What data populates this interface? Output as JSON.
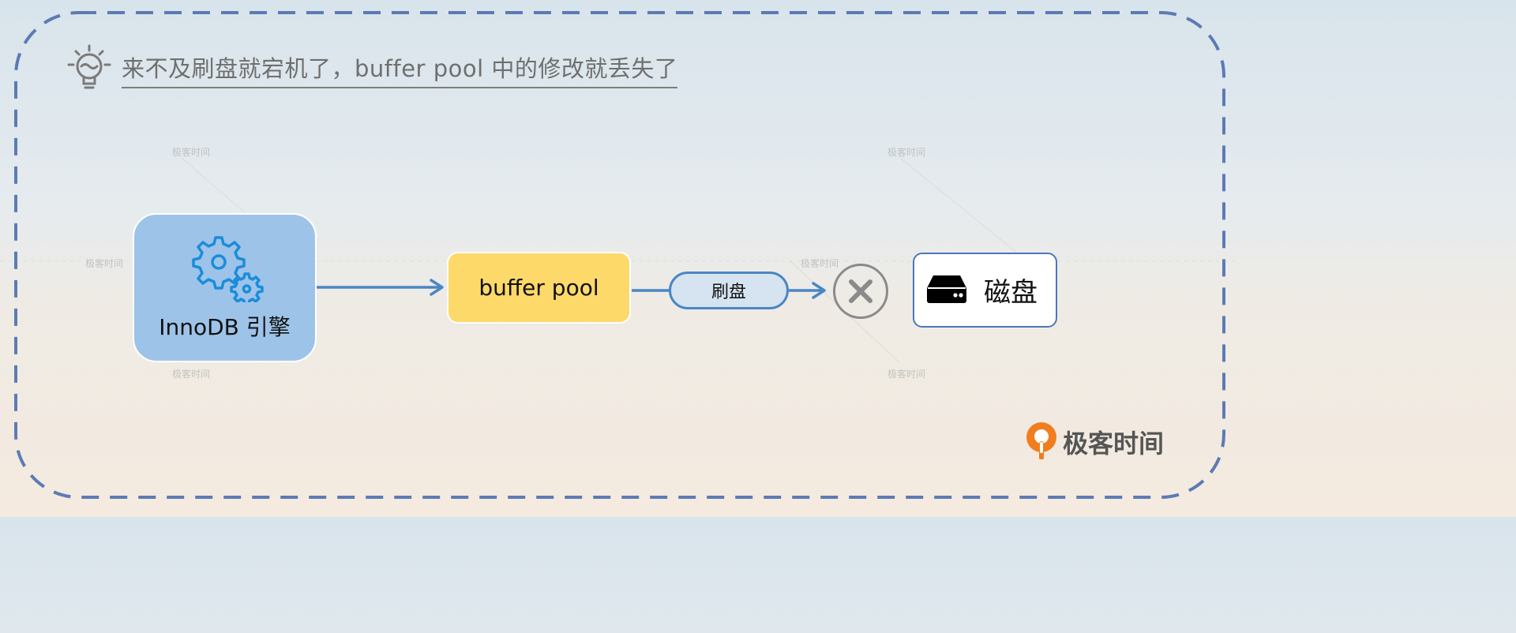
{
  "title": "来不及刷盘就宕机了，buffer pool 中的修改就丢失了",
  "nodes": {
    "innodb": "InnoDB 引擎",
    "buffer_pool": "buffer pool",
    "flush": "刷盘",
    "disk": "磁盘"
  },
  "brand": "极客时间",
  "watermark": "极客时间",
  "icons": {
    "hint": "lightbulb-icon",
    "engine": "gears-icon",
    "fail": "cross-circle-icon",
    "disk": "hard-drive-icon",
    "brand": "geektime-logo-icon"
  },
  "colors": {
    "frame_dash": "#5b7bb4",
    "arrow": "#4a86c5",
    "innodb_fill": "#9ec3e8",
    "buffer_pool_fill": "#fdd96a",
    "flush_fill": "#d6e4f1",
    "disk_border": "#4a77bf",
    "gear": "#1a8ddb",
    "fail_mark": "#8a8a8a",
    "brand_orange": "#f07d1e"
  }
}
